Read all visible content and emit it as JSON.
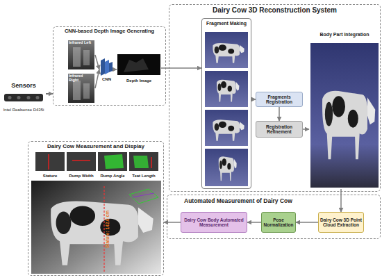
{
  "diagram": {
    "nodes": [
      {
        "text": [
          "Sensors",
          "Intel Realsense D435i"
        ]
      },
      {
        "text": [
          "CNN-based Depth Image Generating"
        ]
      },
      {
        "text": [
          "Infrared Left"
        ],
        "in": 1
      },
      {
        "text": [
          "Infrared Right"
        ],
        "in": 1
      },
      {
        "text": [
          "CNN"
        ],
        "in": 1
      },
      {
        "text": [
          "Depth Image"
        ],
        "in": 1
      },
      {
        "text": [
          "Dairy Cow 3D Reconstruction System"
        ]
      },
      {
        "text": [
          "Fragment Making"
        ],
        "in": 6
      },
      {
        "text": [
          "Fragments Registration"
        ],
        "in": 6
      },
      {
        "text": [
          "Registration Refinement"
        ],
        "in": 6
      },
      {
        "text": [
          "Body Part Integration"
        ],
        "in": 6
      },
      {
        "text": [
          "Automated Measurement of Dairy Cow"
        ]
      },
      {
        "text": [
          "Dairy Cow 3D Point Cloud Extraction"
        ],
        "in": 11
      },
      {
        "text": [
          "Pose Normalization"
        ],
        "in": 11
      },
      {
        "text": [
          "Dairy Cow Body Automated Measurement"
        ],
        "in": 11
      },
      {
        "text": [
          "Dairy Cow Measurement and Display"
        ]
      },
      {
        "text": [
          "Stature"
        ],
        "in": 15
      },
      {
        "text": [
          "Rump Width"
        ],
        "in": 15
      },
      {
        "text": [
          "Rump Angle"
        ],
        "in": 15
      },
      {
        "text": [
          "Teat Length"
        ],
        "in": 15
      }
    ],
    "edges": [
      {
        "from": 0,
        "to": 1,
        "arrow": "to"
      },
      {
        "from": 2,
        "to": 4,
        "arrow": "to"
      },
      {
        "from": 3,
        "to": 4,
        "arrow": "to"
      },
      {
        "from": 4,
        "to": 5,
        "arrow": "to"
      },
      {
        "from": 5,
        "to": 7,
        "arrow": "to"
      },
      {
        "from": 7,
        "to": 8,
        "arrow": "to"
      },
      {
        "from": 8,
        "to": 9,
        "arrow": "to"
      },
      {
        "from": 9,
        "to": 10,
        "arrow": "to"
      },
      {
        "from": 10,
        "to": 12,
        "arrow": "to"
      },
      {
        "from": 12,
        "to": 13,
        "arrow": "to"
      },
      {
        "from": 13,
        "to": 14,
        "arrow": "to"
      },
      {
        "from": 14,
        "to": 15,
        "arrow": "to"
      }
    ],
    "labels": [
      "Stature: 142.0 cm"
    ]
  }
}
